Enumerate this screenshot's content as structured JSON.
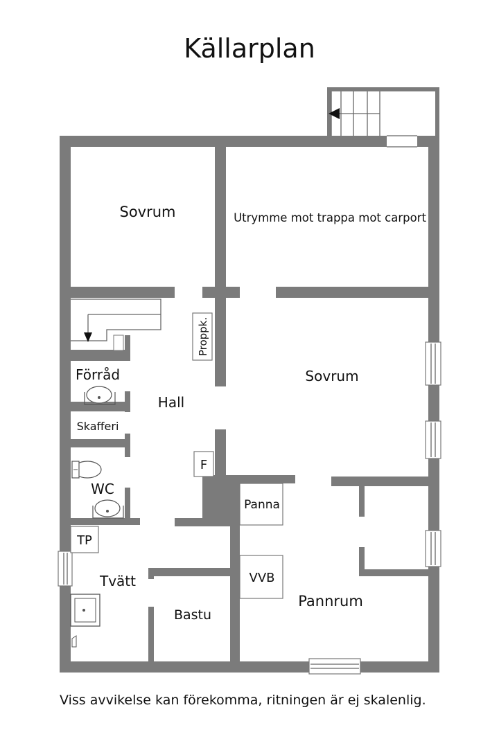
{
  "title": "Källarplan",
  "footer_note": "Viss avvikelse kan förekomma, ritningen är ej skalenlig.",
  "rooms": {
    "sovrum_1": "Sovrum",
    "utrymme": "Utrymme mot trappa mot carport",
    "proppk": "Proppk.",
    "forrad": "Förråd",
    "hall": "Hall",
    "sovrum_2": "Sovrum",
    "skafferi": "Skafferi",
    "f": "F",
    "wc": "WC",
    "panna": "Panna",
    "tp": "TP",
    "tvatt": "Tvätt",
    "vvb": "VVB",
    "pannrum": "Pannrum",
    "bastu": "Bastu"
  },
  "colors": {
    "wall": "#7b7b7b",
    "line": "#666666"
  }
}
